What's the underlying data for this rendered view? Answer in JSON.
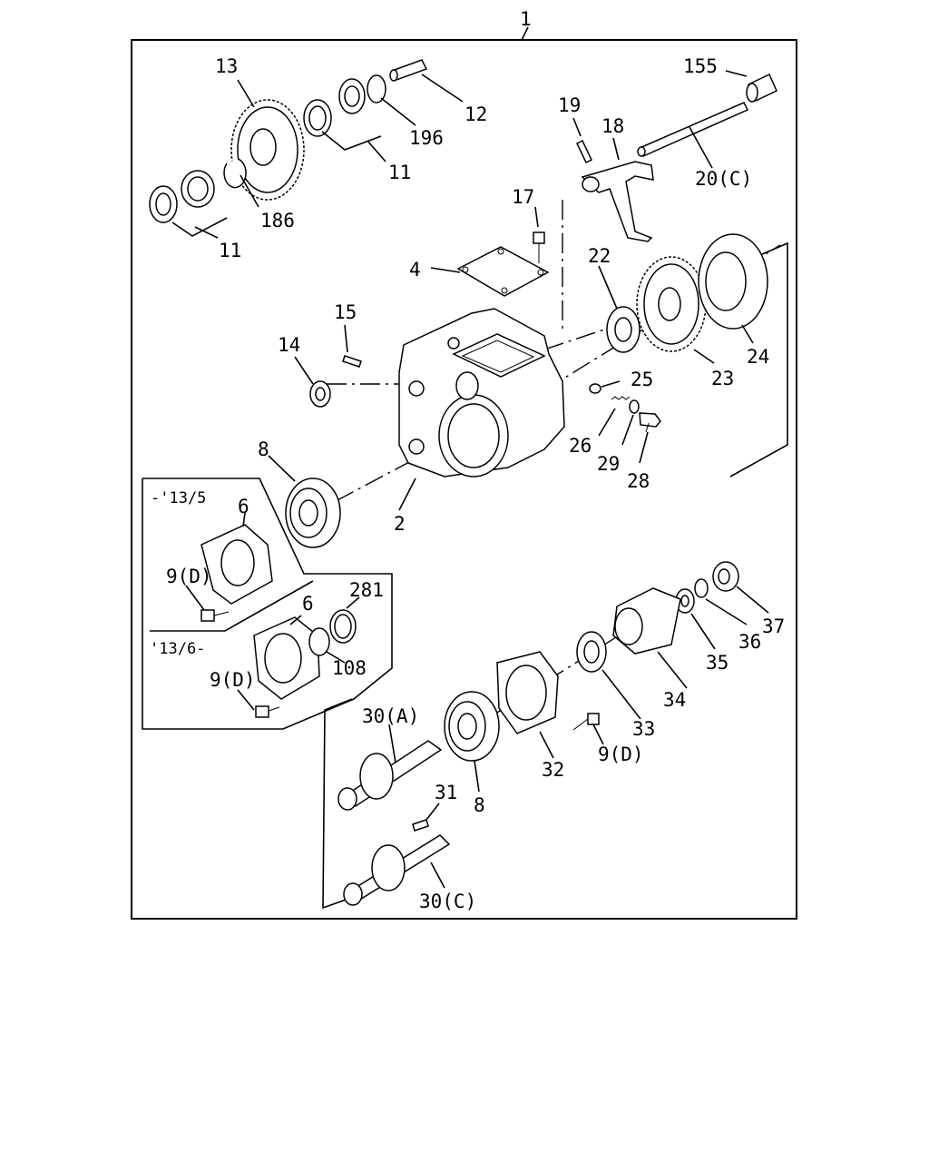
{
  "labels": {
    "l1": "1",
    "l2": "2",
    "l4": "4",
    "l6a": "6",
    "l6b": "6",
    "l8a": "8",
    "l8b": "8",
    "l9a": "9(D)",
    "l9b": "9(D)",
    "l9c": "9(D)",
    "l11a": "11",
    "l11b": "11",
    "l12": "12",
    "l13": "13",
    "l14": "14",
    "l15": "15",
    "l17": "17",
    "l18": "18",
    "l19": "19",
    "l20": "20(C)",
    "l22": "22",
    "l23": "23",
    "l24": "24",
    "l25": "25",
    "l26": "26",
    "l28": "28",
    "l29": "29",
    "l30a": "30(A)",
    "l30c": "30(C)",
    "l31": "31",
    "l32": "32",
    "l33": "33",
    "l34": "34",
    "l35": "35",
    "l36": "36",
    "l37": "37",
    "l108": "108",
    "l155": "155",
    "l186": "186",
    "l196": "196",
    "l281": "281"
  },
  "inset": {
    "upper_range": "-'13/5",
    "lower_range": "'13/6-"
  }
}
